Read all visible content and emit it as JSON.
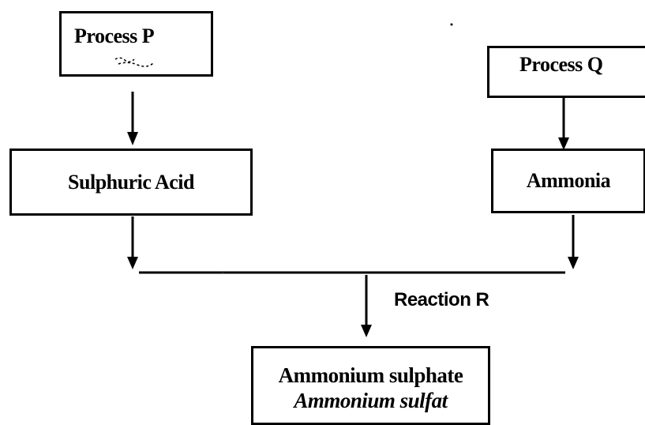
{
  "process_p": {
    "label": "Process P"
  },
  "process_q": {
    "label": "Process Q"
  },
  "sulphuric_acid": {
    "label": "Sulphuric Acid"
  },
  "ammonia": {
    "label": "Ammonia"
  },
  "reaction": {
    "label": "Reaction R"
  },
  "product": {
    "label": "Ammonium sulphate",
    "label_alt": "Ammonium sulfat"
  }
}
